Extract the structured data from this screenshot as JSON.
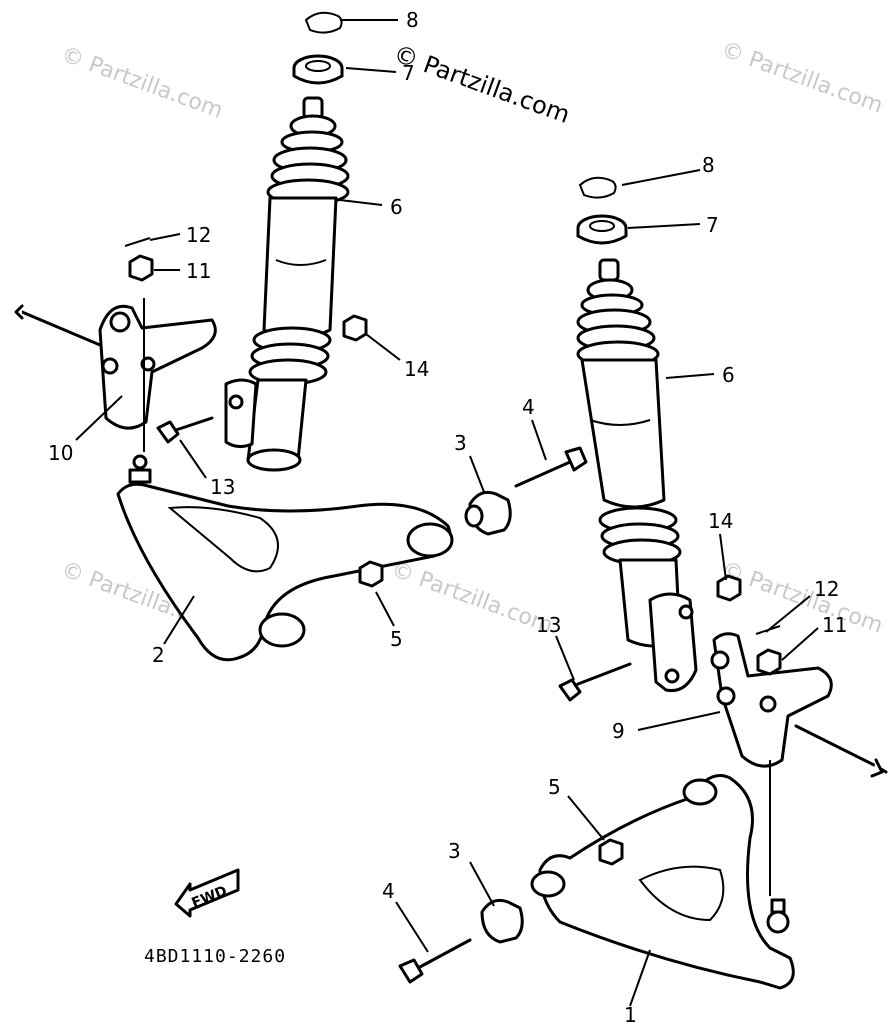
{
  "watermarks": {
    "main": "© Partzilla.com",
    "faint": "© Partzilla.com"
  },
  "diagram_code": "4BD1110-2260",
  "fwd_label": "FWD",
  "callouts": {
    "c1": "1",
    "c2": "2",
    "c3a": "3",
    "c3b": "3",
    "c4a": "4",
    "c4b": "4",
    "c5a": "5",
    "c5b": "5",
    "c6a": "6",
    "c6b": "6",
    "c7a": "7",
    "c7b": "7",
    "c8a": "8",
    "c8b": "8",
    "c9": "9",
    "c10": "10",
    "c11a": "11",
    "c11b": "11",
    "c12a": "12",
    "c12b": "12",
    "c13a": "13",
    "c13b": "13",
    "c14a": "14",
    "c14b": "14"
  },
  "colors": {
    "line": "#000000",
    "watermark": "#c8c8c8",
    "background": "#ffffff"
  }
}
